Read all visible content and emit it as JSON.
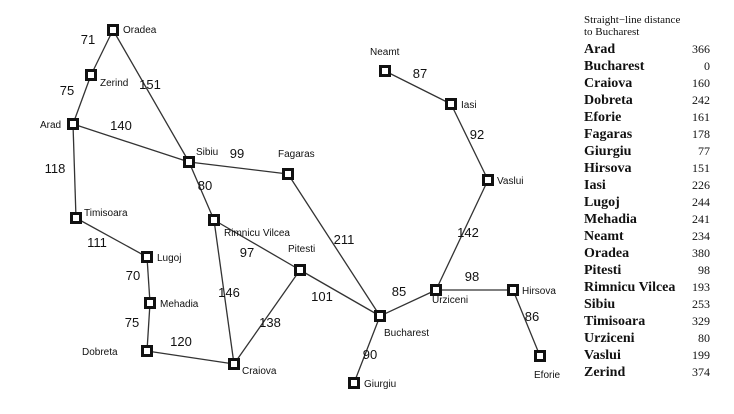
{
  "map": {
    "cities": [
      {
        "id": "oradea",
        "label": "Oradea"
      },
      {
        "id": "zerind",
        "label": "Zerind"
      },
      {
        "id": "arad",
        "label": "Arad"
      },
      {
        "id": "timisoara",
        "label": "Timisoara"
      },
      {
        "id": "lugoj",
        "label": "Lugoj"
      },
      {
        "id": "mehadia",
        "label": "Mehadia"
      },
      {
        "id": "dobreta",
        "label": "Dobreta"
      },
      {
        "id": "craiova",
        "label": "Craiova"
      },
      {
        "id": "sibiu",
        "label": "Sibiu"
      },
      {
        "id": "rimnicu",
        "label": "Rimnicu Vilcea"
      },
      {
        "id": "fagaras",
        "label": "Fagaras"
      },
      {
        "id": "pitesti",
        "label": "Pitesti"
      },
      {
        "id": "bucharest",
        "label": "Bucharest"
      },
      {
        "id": "giurgiu",
        "label": "Giurgiu"
      },
      {
        "id": "urziceni",
        "label": "Urziceni"
      },
      {
        "id": "hirsova",
        "label": "Hirsova"
      },
      {
        "id": "eforie",
        "label": "Eforie"
      },
      {
        "id": "vaslui",
        "label": "Vaslui"
      },
      {
        "id": "iasi",
        "label": "Iasi"
      },
      {
        "id": "neamt",
        "label": "Neamt"
      }
    ],
    "roads": [
      {
        "from": "oradea",
        "to": "zerind",
        "distance": "71"
      },
      {
        "from": "zerind",
        "to": "arad",
        "distance": "75"
      },
      {
        "from": "oradea",
        "to": "sibiu",
        "distance": "151"
      },
      {
        "from": "arad",
        "to": "sibiu",
        "distance": "140"
      },
      {
        "from": "arad",
        "to": "timisoara",
        "distance": "118"
      },
      {
        "from": "timisoara",
        "to": "lugoj",
        "distance": "111"
      },
      {
        "from": "lugoj",
        "to": "mehadia",
        "distance": "70"
      },
      {
        "from": "mehadia",
        "to": "dobreta",
        "distance": "75"
      },
      {
        "from": "dobreta",
        "to": "craiova",
        "distance": "120"
      },
      {
        "from": "sibiu",
        "to": "fagaras",
        "distance": "99"
      },
      {
        "from": "sibiu",
        "to": "rimnicu",
        "distance": "80"
      },
      {
        "from": "rimnicu",
        "to": "pitesti",
        "distance": "97"
      },
      {
        "from": "rimnicu",
        "to": "craiova",
        "distance": "146"
      },
      {
        "from": "craiova",
        "to": "pitesti",
        "distance": "138"
      },
      {
        "from": "fagaras",
        "to": "bucharest",
        "distance": "211"
      },
      {
        "from": "pitesti",
        "to": "bucharest",
        "distance": "101"
      },
      {
        "from": "bucharest",
        "to": "giurgiu",
        "distance": "90"
      },
      {
        "from": "bucharest",
        "to": "urziceni",
        "distance": "85"
      },
      {
        "from": "urziceni",
        "to": "hirsova",
        "distance": "98"
      },
      {
        "from": "hirsova",
        "to": "eforie",
        "distance": "86"
      },
      {
        "from": "urziceni",
        "to": "vaslui",
        "distance": "142"
      },
      {
        "from": "vaslui",
        "to": "iasi",
        "distance": "92"
      },
      {
        "from": "iasi",
        "to": "neamt",
        "distance": "87"
      }
    ]
  },
  "heuristic_table": {
    "title_line1": "Straight−line distance",
    "title_line2": "to Bucharest",
    "rows": [
      {
        "city": "Arad",
        "value": "366"
      },
      {
        "city": "Bucharest",
        "value": "0"
      },
      {
        "city": "Craiova",
        "value": "160"
      },
      {
        "city": "Dobreta",
        "value": "242"
      },
      {
        "city": "Eforie",
        "value": "161"
      },
      {
        "city": "Fagaras",
        "value": "178"
      },
      {
        "city": "Giurgiu",
        "value": "77"
      },
      {
        "city": "Hirsova",
        "value": "151"
      },
      {
        "city": "Iasi",
        "value": "226"
      },
      {
        "city": "Lugoj",
        "value": "244"
      },
      {
        "city": "Mehadia",
        "value": "241"
      },
      {
        "city": "Neamt",
        "value": "234"
      },
      {
        "city": "Oradea",
        "value": "380"
      },
      {
        "city": "Pitesti",
        "value": "98"
      },
      {
        "city": "Rimnicu Vilcea",
        "value": "193"
      },
      {
        "city": "Sibiu",
        "value": "253"
      },
      {
        "city": "Timisoara",
        "value": "329"
      },
      {
        "city": "Urziceni",
        "value": "80"
      },
      {
        "city": "Vaslui",
        "value": "199"
      },
      {
        "city": "Zerind",
        "value": "374"
      }
    ]
  }
}
